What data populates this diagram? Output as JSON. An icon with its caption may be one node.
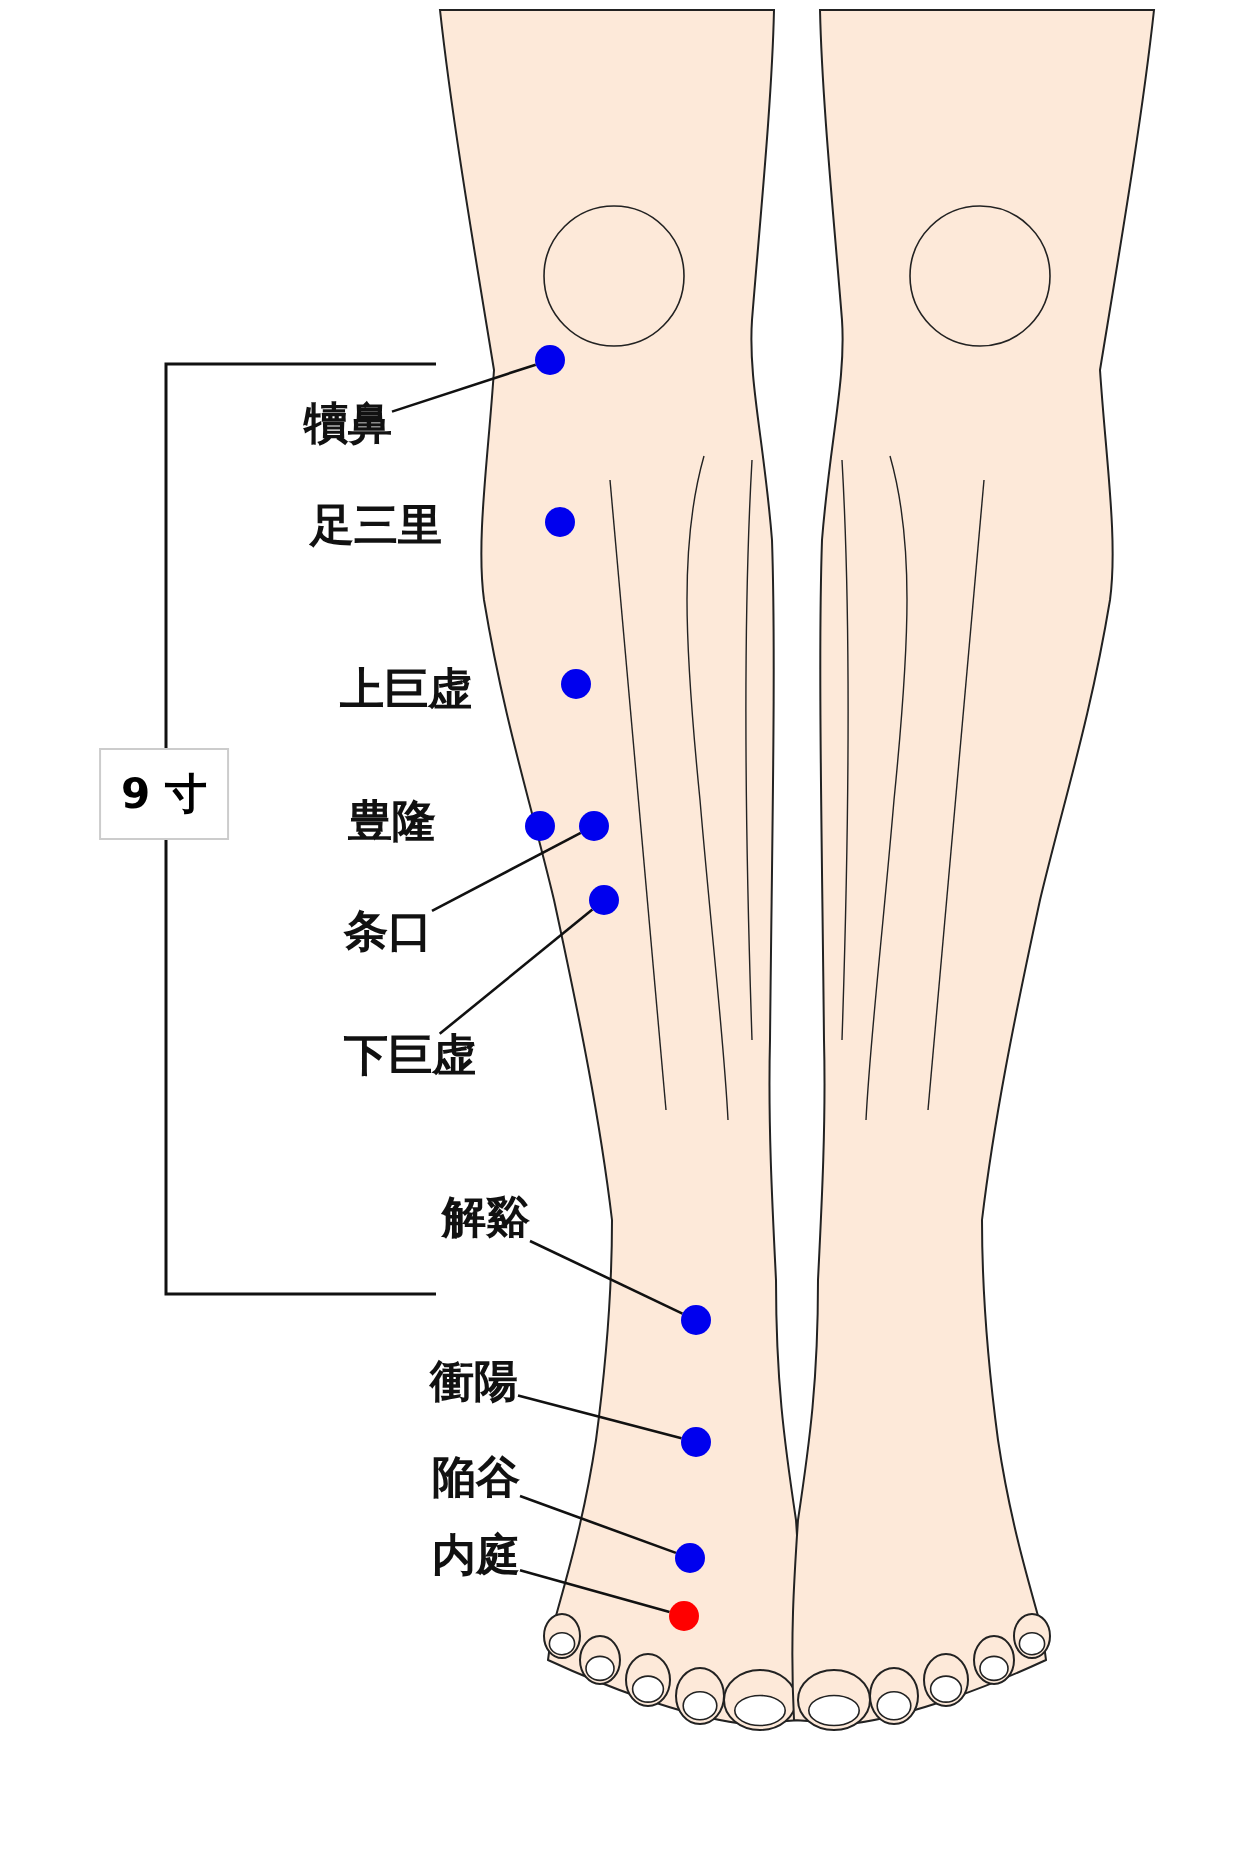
{
  "diagram": {
    "nodes": [
      {
        "text": [
          "犢鼻"
        ]
      },
      {
        "text": [],
        "shape": "circle"
      },
      {
        "text": [],
        "shape": "circle"
      },
      {
        "text": [],
        "shape": "circle"
      },
      {
        "text": [
          "9 寸"
        ]
      },
      {
        "text": [],
        "shape": "circle"
      },
      {
        "text": [],
        "shape": "circle"
      },
      {
        "text": [
          "条口"
        ]
      },
      {
        "text": [],
        "shape": "circle"
      },
      {
        "text": [
          "下巨虚"
        ]
      },
      {
        "text": [
          "解谿"
        ]
      },
      {
        "text": [],
        "shape": "circle"
      },
      {
        "text": [
          "衝陽"
        ]
      },
      {
        "text": [],
        "shape": "circle"
      },
      {
        "text": [
          "陥谷"
        ]
      },
      {
        "text": [],
        "shape": "circle"
      },
      {
        "text": [
          "内庭"
        ]
      },
      {
        "text": [],
        "shape": "circle"
      }
    ],
    "edges": [
      {
        "from": 0,
        "to": 1,
        "arrow": "none"
      },
      {
        "from": 7,
        "to": 6,
        "arrow": "none"
      },
      {
        "from": 9,
        "to": 8,
        "arrow": "none"
      },
      {
        "from": 10,
        "to": 11,
        "arrow": "none"
      },
      {
        "from": 12,
        "to": 13,
        "arrow": "none"
      },
      {
        "from": 14,
        "to": 15,
        "arrow": "none"
      },
      {
        "from": 16,
        "to": 17,
        "arrow": "none"
      }
    ],
    "labels": [
      "足三里",
      "上巨虚",
      "豊隆"
    ]
  }
}
